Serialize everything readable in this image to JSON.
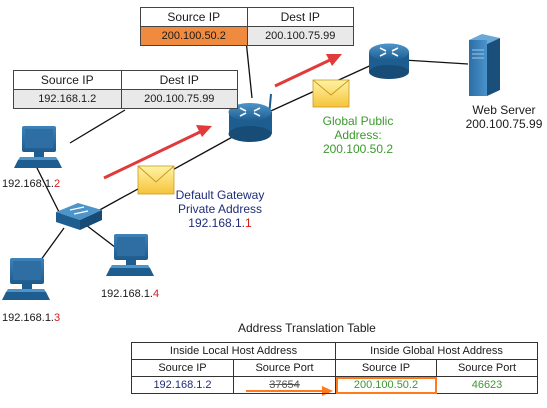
{
  "router_header": {
    "source_label": "Source IP",
    "dest_label": "Dest IP",
    "source_value": "200.100.50.2",
    "dest_value": "200.100.75.99",
    "highlight_color": "#f08a3e"
  },
  "host_header": {
    "source_label": "Source IP",
    "dest_label": "Dest IP",
    "source_value": "192.168.1.2",
    "dest_value": "200.100.75.99"
  },
  "hosts": {
    "pc2": {
      "prefix": "192.168.1.",
      "suffix": "2"
    },
    "pc3": {
      "prefix": "192.168.1.",
      "suffix": "3"
    },
    "pc4": {
      "prefix": "192.168.1.",
      "suffix": "4"
    }
  },
  "gateway": {
    "line1": "Default Gateway",
    "line2": "Private Address",
    "ip_prefix": "192.168.1.",
    "ip_suffix": "1"
  },
  "public": {
    "line1": "Global Public",
    "line2": "Address:",
    "ip": "200.100.50.2"
  },
  "web_server": {
    "label": "Web Server",
    "ip": "200.100.75.99"
  },
  "translation_table": {
    "title": "Address Translation Table",
    "group_local": "Inside Local Host Address",
    "group_global": "Inside Global Host Address",
    "col_src_ip": "Source IP",
    "col_src_port": "Source Port",
    "col_src_ip_global": "Source IP",
    "col_src_port_global": "Source Port",
    "local_ip": "192.168.1.2",
    "local_port": "37654",
    "global_ip": "200.100.50.2",
    "global_port": "46623"
  },
  "colors": {
    "navy": "#1f2d7a",
    "green": "#3a9a2c",
    "red": "#d11c1c",
    "orange": "#ff7a1a",
    "device_blue": "#2a6fa8"
  }
}
